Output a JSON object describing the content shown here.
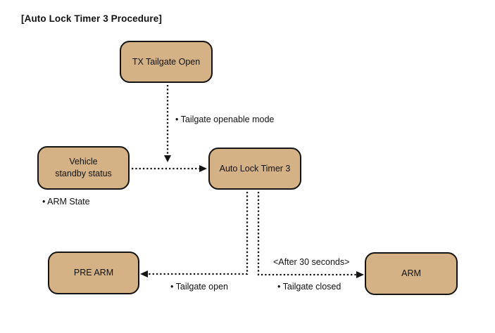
{
  "title": "[Auto Lock Timer 3 Procedure]",
  "nodes": {
    "tx_tailgate_open": {
      "label": "TX Tailgate Open"
    },
    "vehicle_standby": {
      "label": "Vehicle\nstandby status"
    },
    "auto_lock_timer3": {
      "label": "Auto Lock Timer 3"
    },
    "pre_arm": {
      "label": "PRE ARM"
    },
    "arm": {
      "label": "ARM"
    }
  },
  "edge_labels": {
    "tailgate_openable_mode": "• Tailgate openable mode",
    "arm_state": "• ARM State",
    "tailgate_open": "• Tailgate open",
    "after_30_seconds": "<After 30 seconds>",
    "tailgate_closed": "• Tailgate closed"
  },
  "colors": {
    "node_fill": "#d4b286",
    "node_border": "#141414",
    "line": "#141414",
    "background": "#ffffff",
    "text": "#111111"
  }
}
